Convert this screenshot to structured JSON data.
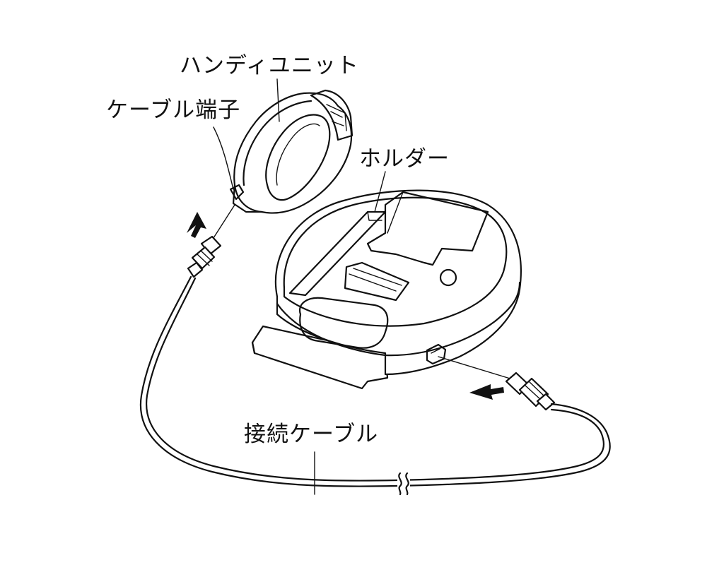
{
  "labels": {
    "handy_unit": "ハンディユニット",
    "cable_terminal": "ケーブル端子",
    "holder": "ホルダー",
    "connection_cable": "接続ケーブル"
  },
  "colors": {
    "line": "#111111",
    "background": "#ffffff"
  }
}
